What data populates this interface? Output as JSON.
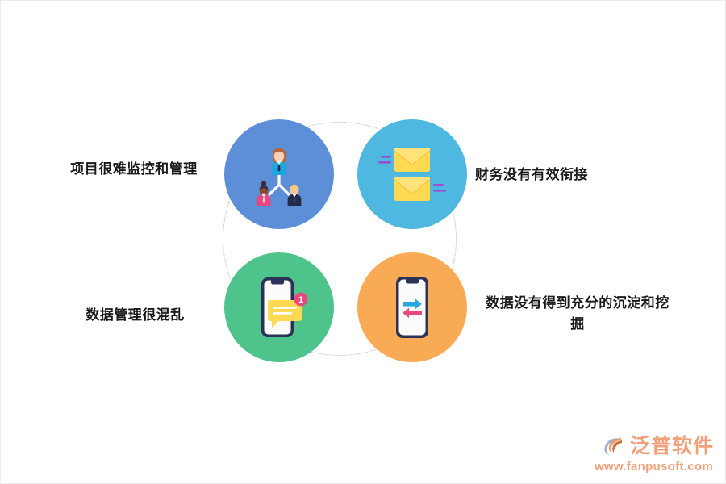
{
  "diagram": {
    "type": "four-node-circular-cluster",
    "ring": {
      "style": "dotted",
      "color": "#b8b8b8"
    },
    "nodes": [
      {
        "id": "top-left",
        "label": "项目很难监控和管理",
        "circle_color": "#5d8fd8",
        "icon": "team-org-chart-icon",
        "label_position": "left"
      },
      {
        "id": "top-right",
        "label": "财务没有有效衔接",
        "circle_color": "#4fb8e0",
        "icon": "two-envelopes-icon",
        "label_position": "right"
      },
      {
        "id": "bottom-left",
        "label": "数据管理很混乱",
        "circle_color": "#4ec48c",
        "icon": "phone-message-notification-icon",
        "label_position": "left"
      },
      {
        "id": "bottom-right",
        "label": "数据没有得到充分的沉淀和挖掘",
        "circle_color": "#f8ab54",
        "icon": "phone-data-transfer-icon",
        "label_position": "right"
      }
    ]
  },
  "watermark": {
    "brand": "泛普软件",
    "url": "www.fanpusoft.com",
    "color": "#f0a07a",
    "mark_icon": "fanpu-swoosh-logo-icon"
  }
}
